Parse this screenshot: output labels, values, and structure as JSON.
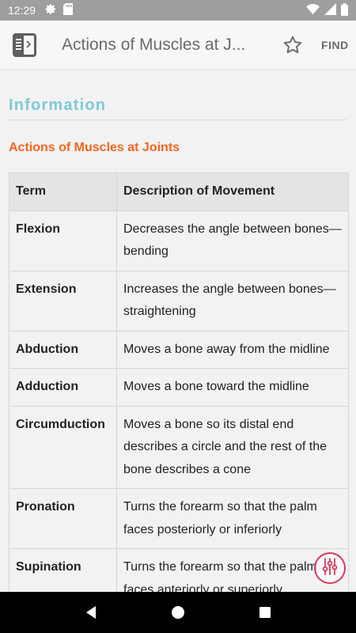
{
  "status_bar": {
    "time": "12:29",
    "left_icons": [
      "gear-icon",
      "sd-card-icon"
    ],
    "right_icons": [
      "wifi-icon",
      "signal-icon",
      "battery-icon"
    ]
  },
  "app_bar": {
    "title": "Actions of Muscles at J...",
    "find_label": "FIND"
  },
  "content": {
    "section_heading": "Information",
    "subheading": "Actions of Muscles at Joints",
    "table": {
      "headers": [
        "Term",
        "Description of Movement"
      ],
      "rows": [
        {
          "term": "Flexion",
          "description": "Decreases the angle between bones—bending"
        },
        {
          "term": "Extension",
          "description": "Increases the angle between bones—straightening"
        },
        {
          "term": "Abduction",
          "description": "Moves a bone away from the midline"
        },
        {
          "term": "Adduction",
          "description": "Moves a bone toward the midline"
        },
        {
          "term": "Circumduction",
          "description": "Moves a bone so its distal end describes a circle and the rest of the bone describes a cone"
        },
        {
          "term": "Pronation",
          "description": "Turns the forearm so that the palm faces posteriorly or inferiorly"
        },
        {
          "term": "Supination",
          "description": "Turns the forearm so that the palm faces anteriorly or superiorly"
        }
      ]
    }
  },
  "colors": {
    "status_bar": "#9e9e9e",
    "heading_teal": "#7ecad6",
    "subheading_orange": "#f26522",
    "fab_accent": "#d6385b"
  }
}
